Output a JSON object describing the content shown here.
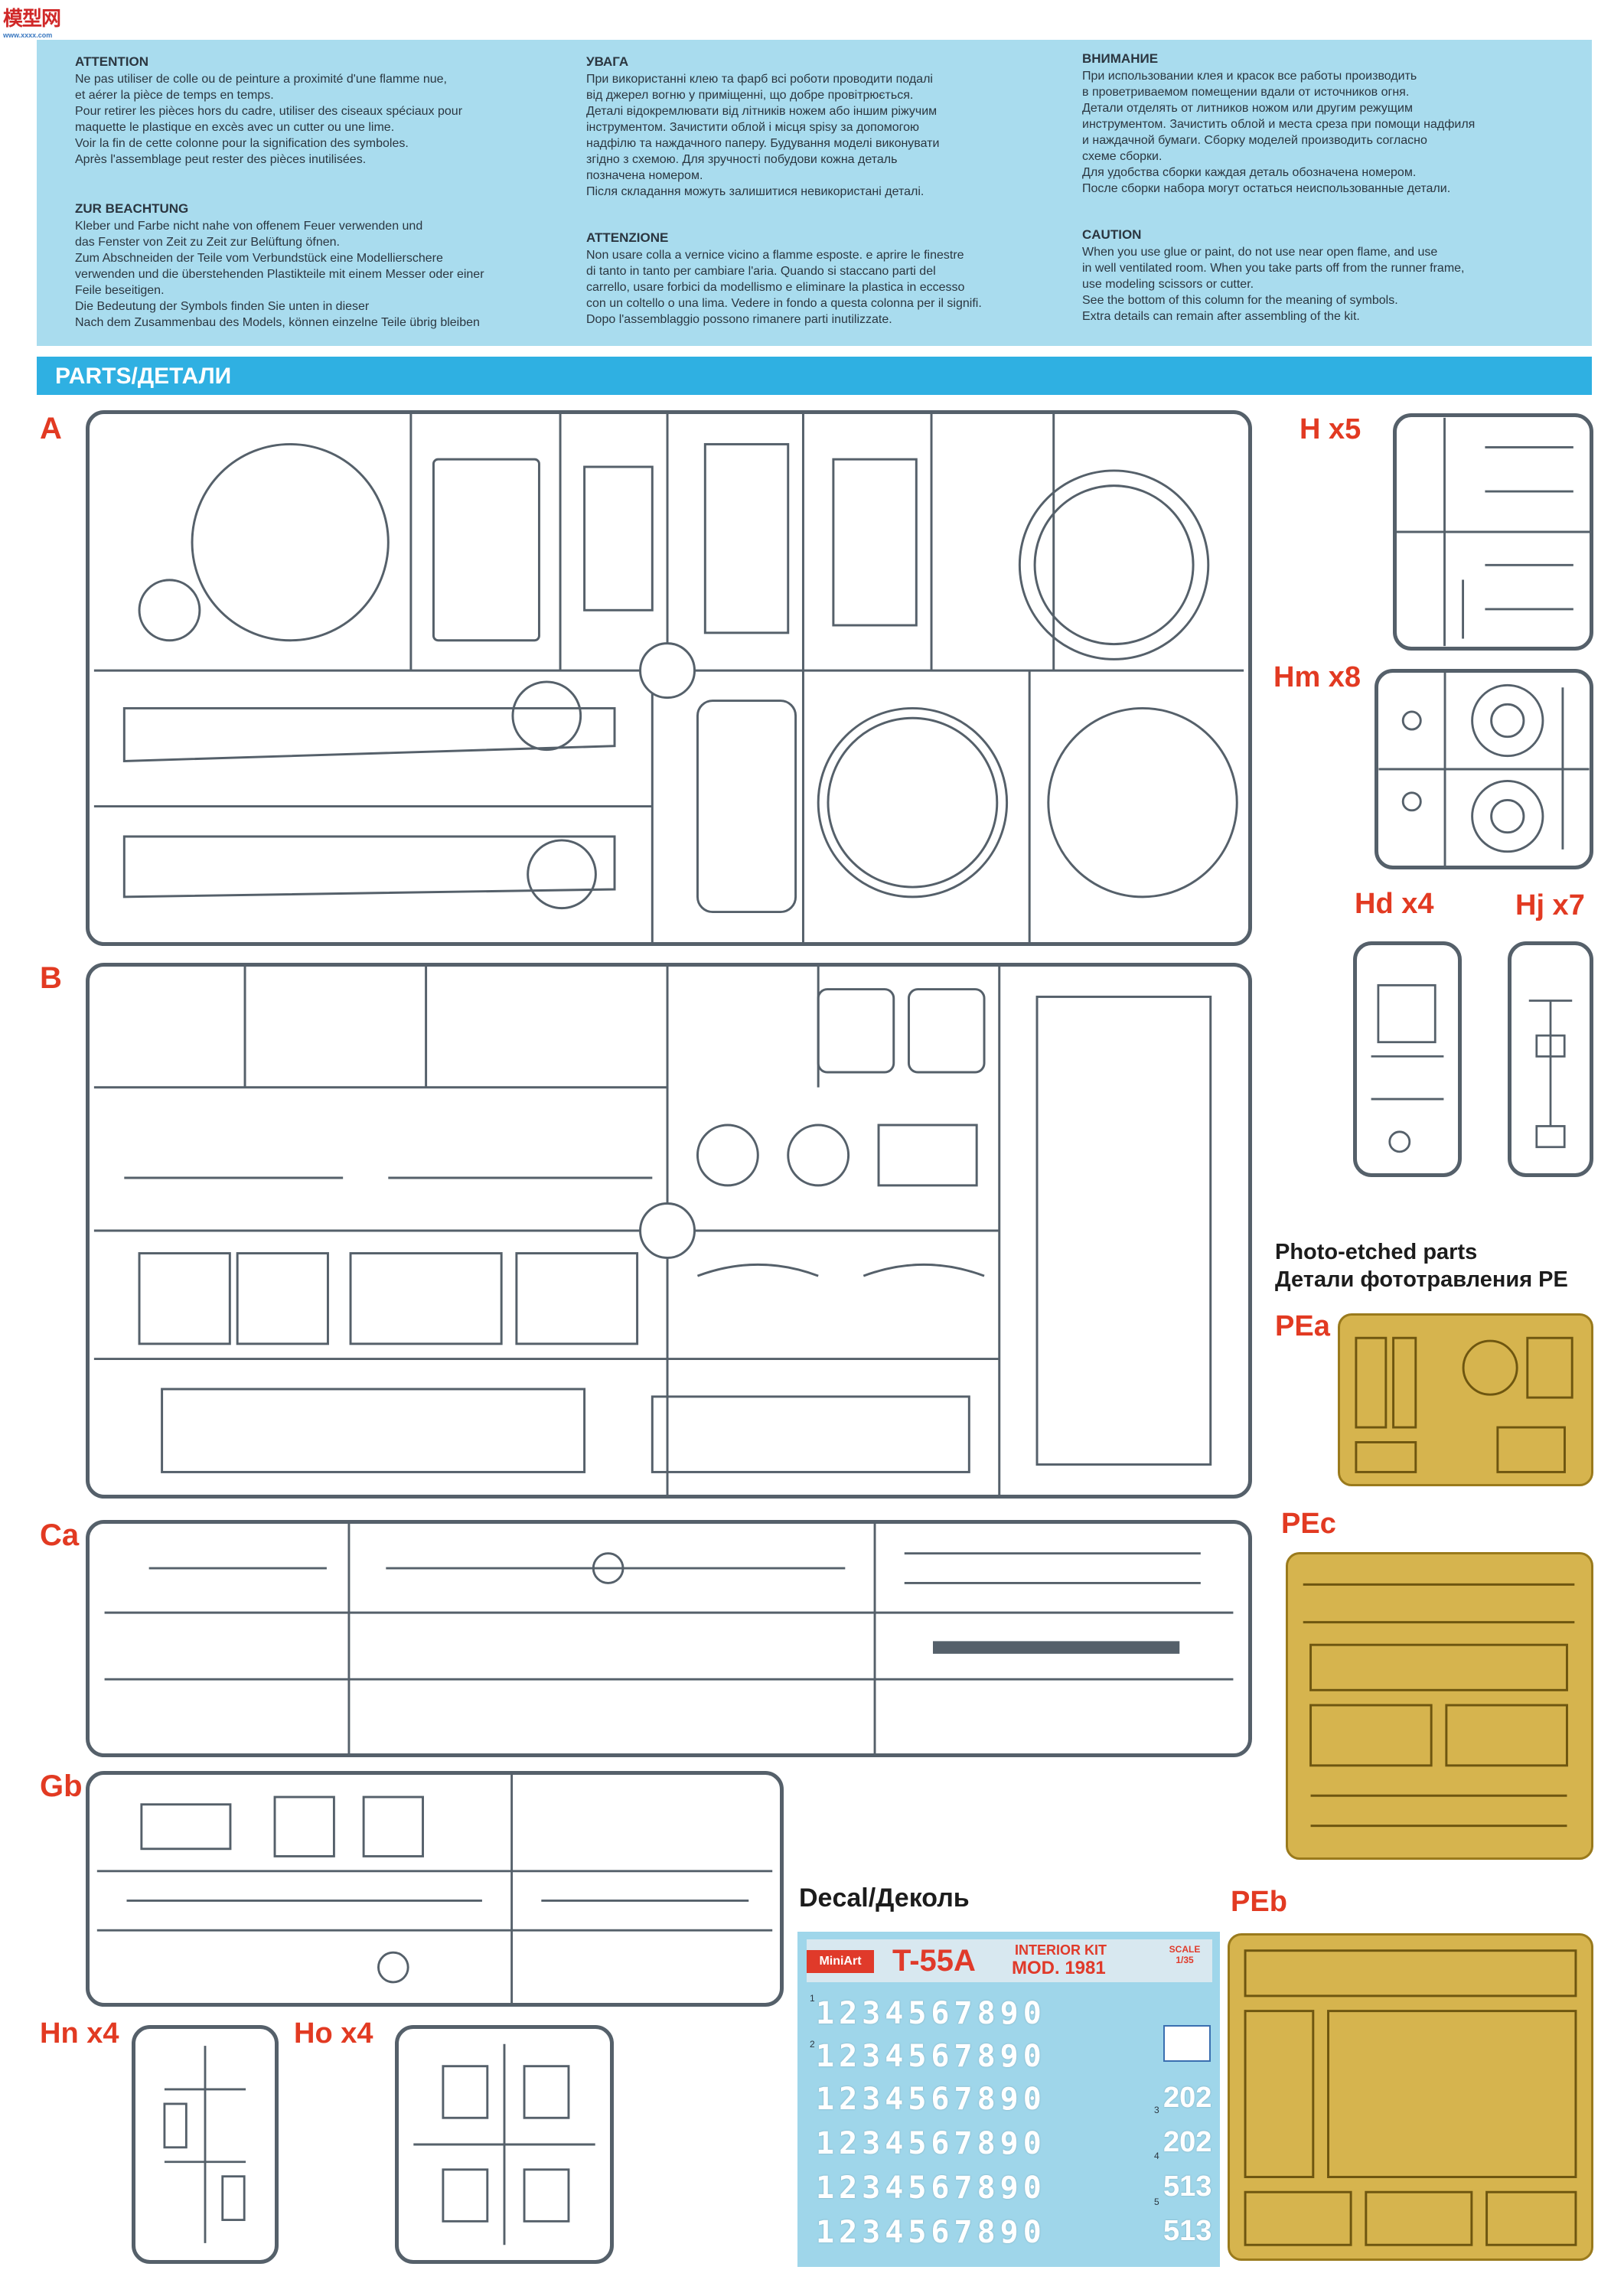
{
  "watermark": {
    "brand": "模型网",
    "site": "www.xxxx.com"
  },
  "warnings": {
    "fr": {
      "title": "ATTENTION",
      "lines": [
        "Ne pas utiliser de colle ou de peinture a proximité d'une flamme nue,",
        "et aérer la pièce de temps en temps.",
        "Pour retirer les pièces hors du cadre, utiliser des ciseaux spéciaux pour",
        "maquette le plastique en excès avec un cutter ou une lime.",
        "Voir la fin de cette colonne pour la signification des symboles.",
        "Après l'assemblage peut rester des pièces inutilisées."
      ]
    },
    "de": {
      "title": "ZUR BEACHTUNG",
      "lines": [
        "Kleber und Farbe nicht nahe von offenem Feuer verwenden und",
        "das Fenster von Zeit zu Zeit zur Belüftung öfnen.",
        "Zum Abschneiden der Teile vom Verbundstück eine Modellierschere",
        "verwenden und die überstehenden Plastikteile mit einem Messer oder einer",
        "Feile beseitigen.",
        "Die Bedeutung der Symbols finden Sie unten in dieser",
        "Nach dem Zusammenbau des Models, können einzelne Teile übrig bleiben"
      ]
    },
    "ua": {
      "title": "УВАГА",
      "lines": [
        "При використанні клею та фарб всі роботи проводити подалі",
        "від джерел вогню у приміщенні, що добре провітрюється.",
        "Деталі відокремлювати від літників ножем або іншим ріжучим",
        "інструментом. Зачистити облой і місця spisy за допомогою",
        "надфілю та наждачного паперу. Будування моделі виконувати",
        "згідно з схемою. Для зручності побудови кожна деталь",
        "позначена номером.",
        "Після складання можуть залишитися невикористані деталі."
      ]
    },
    "it": {
      "title": "ATTENZIONE",
      "lines": [
        "Non usare colla a vernice vicino a flamme esposte. e aprire le finestre",
        "di tanto in tanto per cambiare l'aria. Quando si staccano parti del",
        "carrello, usare forbici da modellismo e eliminare la plastica in eccesso",
        "con un coltello o una lima. Vedere in fondo a questa colonna per il signifi.",
        "Dopo l'assemblaggio possono rimanere parti inutilizzate."
      ]
    },
    "ru": {
      "title": "ВНИМАНИЕ",
      "lines": [
        "При использовании клея и красок все работы производить",
        "в проветриваемом помещении вдали от источников огня.",
        "Детали отделять от литников ножом или другим режущим",
        "инструментом. Зачистить облой и места среза при помощи надфиля",
        "и наждачной бумаги. Сборку моделей производить согласно",
        "схеме сборки.",
        "Для удобства сборки каждая деталь обозначена номером.",
        "После сборки набора могут остаться неиспользованные детали."
      ]
    },
    "en": {
      "title": "CAUTION",
      "lines": [
        "When you use glue or paint, do not use near open flame, and use",
        "in well ventilated room. When you take parts off from the runner frame,",
        "use modeling scissors or cutter.",
        "See the bottom of this column for the meaning of symbols.",
        "Extra details can remain after assembling of the kit."
      ]
    }
  },
  "parts_header": "PARTS/ДЕТАЛИ",
  "sprues": {
    "A": "A",
    "B": "B",
    "Ca": "Ca",
    "Gb": "Gb",
    "H": "H x5",
    "Hm": "Hm x8",
    "Hd": "Hd x4",
    "Hj": "Hj x7",
    "Hn": "Hn x4",
    "Ho": "Ho x4"
  },
  "pe": {
    "heading_en": "Photo-etched parts",
    "heading_ru": "Детали фототравления PE",
    "PEa": "PEa",
    "PEc": "PEc",
    "PEb": "PEb"
  },
  "decal": {
    "heading": "Decal/Деколь",
    "brand": "MiniArt",
    "title": "T-55A",
    "subtitle1": "INTERIOR KIT",
    "subtitle2": "MOD. 1981",
    "scale": "SCALE 1/35",
    "digit_row": "1234567890",
    "indices": [
      "1",
      "2",
      "3",
      "4",
      "5"
    ],
    "side_numbers": [
      "202",
      "202",
      "513",
      "513"
    ]
  },
  "colors": {
    "panel": "#a9dcee",
    "bar": "#2fb0e2",
    "label": "#e23a22",
    "pe_gold": "#d6b44e",
    "decal_blue": "#9fd6ea"
  }
}
